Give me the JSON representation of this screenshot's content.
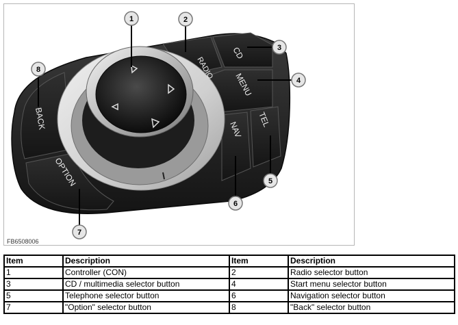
{
  "figure": {
    "code": "FB6508006",
    "buttons": {
      "radio": "RADIO",
      "cd": "CD",
      "menu": "MENU",
      "tel": "TEL",
      "nav": "NAV",
      "back": "BACK",
      "option": "OPTION"
    },
    "callouts": [
      "1",
      "2",
      "3",
      "4",
      "5",
      "6",
      "7",
      "8"
    ]
  },
  "legend": {
    "headers": [
      "Item",
      "Description",
      "Item",
      "Description"
    ],
    "rows": [
      [
        "1",
        "Controller (CON)",
        "2",
        "Radio selector button"
      ],
      [
        "3",
        "CD / multimedia selector button",
        "4",
        "Start menu selector button"
      ],
      [
        "5",
        "Telephone selector button",
        "6",
        "Navigation selector button"
      ],
      [
        "7",
        "\"Option\" selector button",
        "8",
        "\"Back\" selector button"
      ]
    ]
  }
}
